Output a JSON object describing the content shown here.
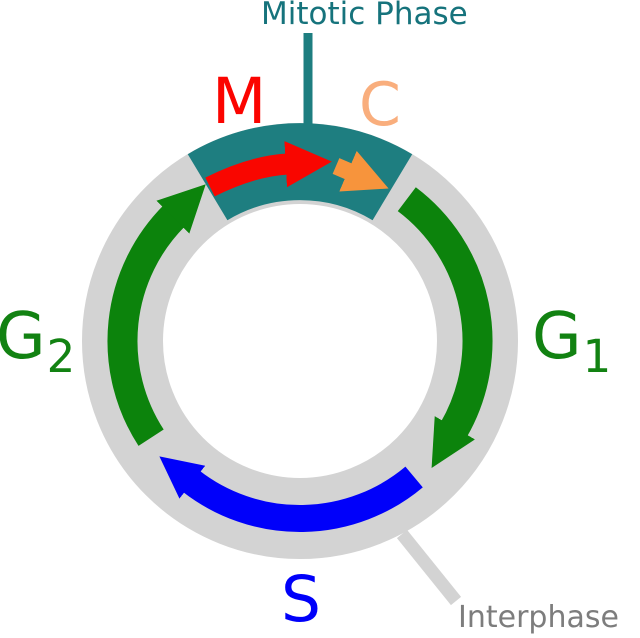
{
  "diagram": {
    "type": "cycle",
    "subject": "cell-cycle",
    "title_label": "Mitotic Phase",
    "callout_label": "Interphase",
    "phase_labels": {
      "m": "M",
      "c": "C",
      "s": "S",
      "g1_main": "G",
      "g1_sub": "1",
      "g2_main": "G",
      "g2_sub": "2"
    },
    "arrows": [
      {
        "id": "m-phase-arrow",
        "label": "M",
        "color": "#f90600",
        "direction": "clockwise",
        "region": "mitotic-sector-left"
      },
      {
        "id": "c-phase-arrow",
        "label": "C",
        "color": "#f7943c",
        "direction": "clockwise",
        "region": "mitotic-sector-right"
      },
      {
        "id": "g1-arrow",
        "label": "G1",
        "color": "#0c830c",
        "direction": "clockwise",
        "region": "right"
      },
      {
        "id": "s-arrow",
        "label": "S",
        "color": "#0000fa",
        "direction": "clockwise",
        "region": "bottom"
      },
      {
        "id": "g2-arrow",
        "label": "G2",
        "color": "#0c830c",
        "direction": "clockwise",
        "region": "left"
      }
    ],
    "colors": {
      "ring_gray": "#d3d3d3",
      "mitotic_sector_teal": "#1e7e80",
      "title_text_teal": "#16737c",
      "m_text_red": "#fb0400",
      "c_text_light_orange": "#f9ae7d",
      "g_text_green": "#128212",
      "s_text_blue": "#0000fa",
      "interphase_text_gray": "#7d7d7d",
      "arrow_red": "#f90600",
      "arrow_orange": "#f7943c",
      "arrow_green": "#0c830c",
      "arrow_blue": "#0000fa"
    }
  }
}
